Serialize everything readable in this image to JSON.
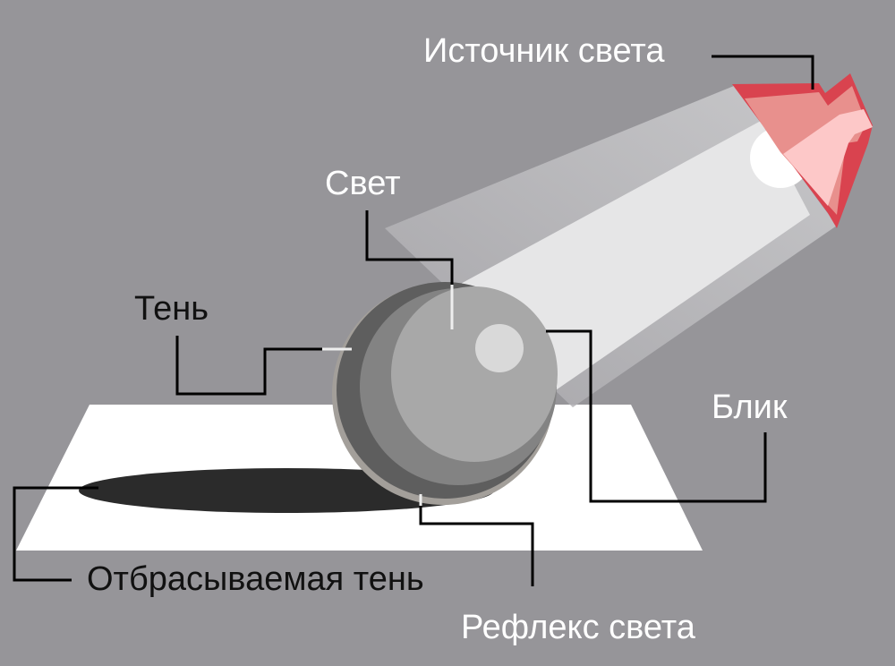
{
  "labels": {
    "light_source": "Источник света",
    "light": "Свет",
    "shadow": "Тень",
    "highlight": "Блик",
    "cast_shadow": "Отбрасываемая тень",
    "reflected_light": "Рефлекс света"
  },
  "colors": {
    "background": "#969599",
    "lamp_dark": "#d9434f",
    "lamp_mid": "#e8908d",
    "lamp_light": "#fdc8c8"
  }
}
